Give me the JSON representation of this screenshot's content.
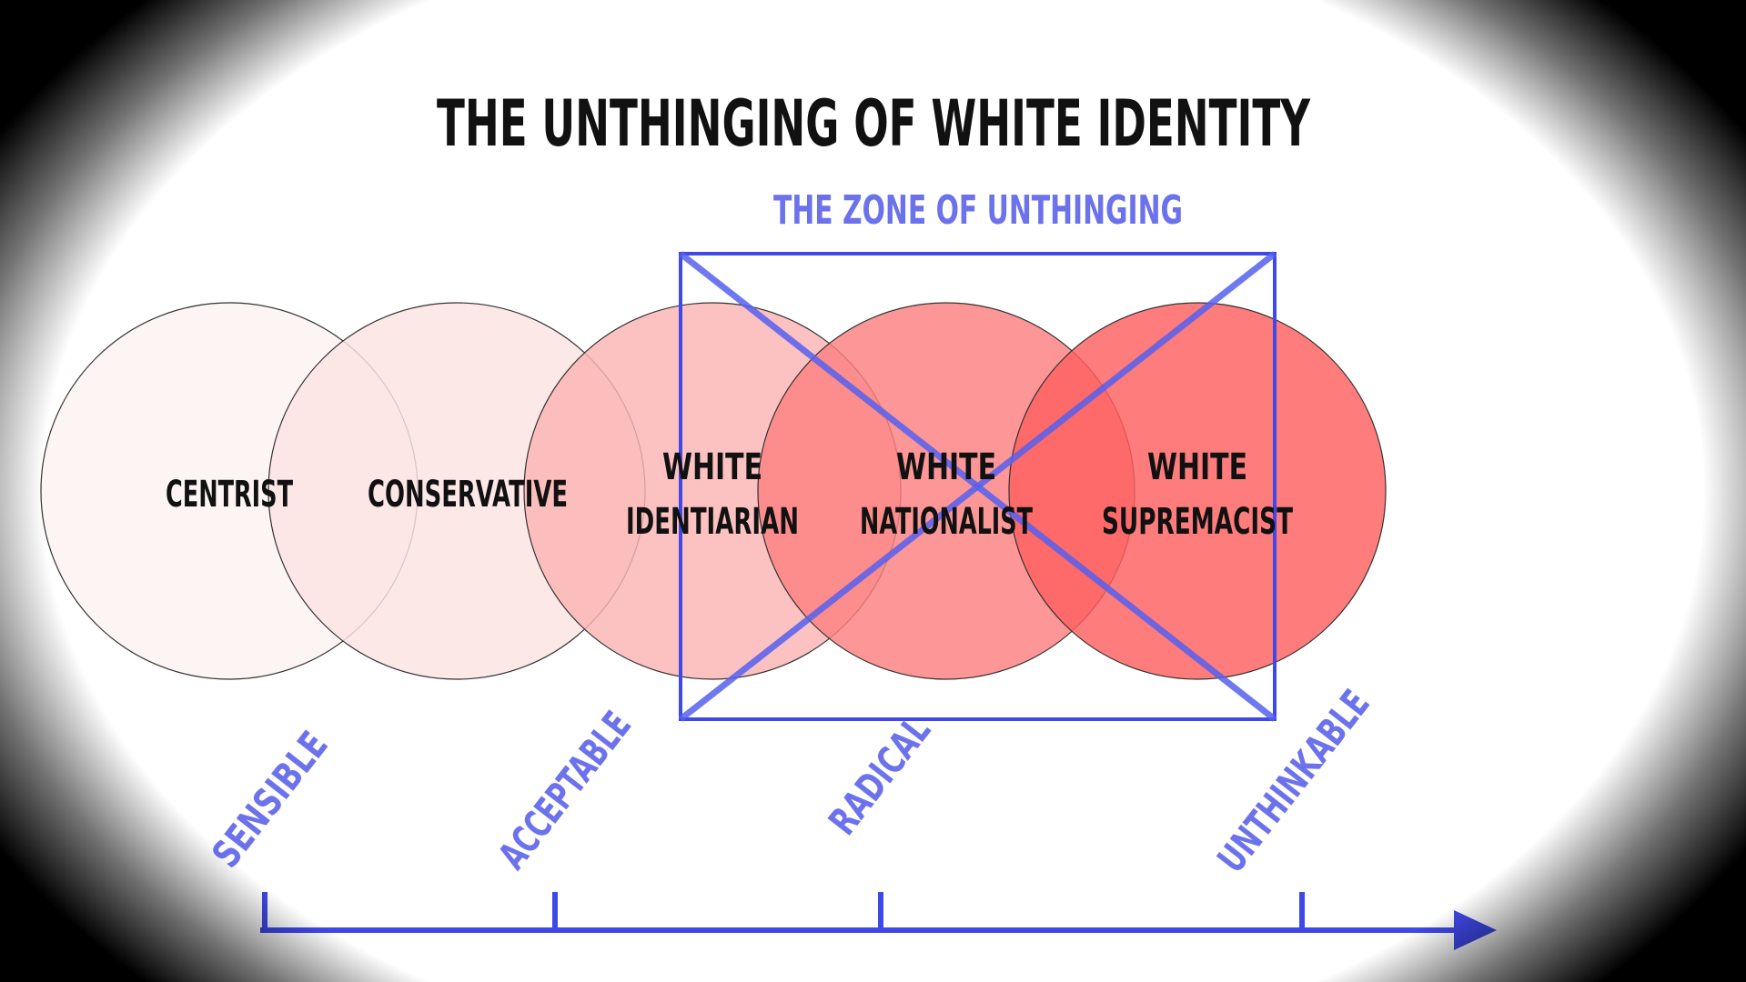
{
  "title": "THE UNTHINGING OF WHITE IDENTITY",
  "zone_label": "THE ZONE OF UNTHINGING",
  "colors": {
    "background": "#ffffff",
    "accent_blue": "#3f48e8",
    "zone_label_blue": "#6c72ec",
    "text": "#111111",
    "circle_outline": "#333333"
  },
  "circles": [
    {
      "lines": [
        "CENTRIST"
      ],
      "fill": "#fdf1f1"
    },
    {
      "lines": [
        "CONSERVATIVE"
      ],
      "fill": "#fce3e3"
    },
    {
      "lines": [
        "WHITE",
        "IDENTIARIAN"
      ],
      "fill": "#fbb3b3"
    },
    {
      "lines": [
        "WHITE",
        "NATIONALIST"
      ],
      "fill": "#fc8080"
    },
    {
      "lines": [
        "WHITE",
        "SUPREMACIST"
      ],
      "fill": "#fe5f5f"
    }
  ],
  "scale": {
    "labels": [
      "SENSIBLE",
      "ACCEPTABLE",
      "RADICAL",
      "UNTHINKABLE"
    ],
    "arrow_icon": "arrow-right-icon"
  }
}
